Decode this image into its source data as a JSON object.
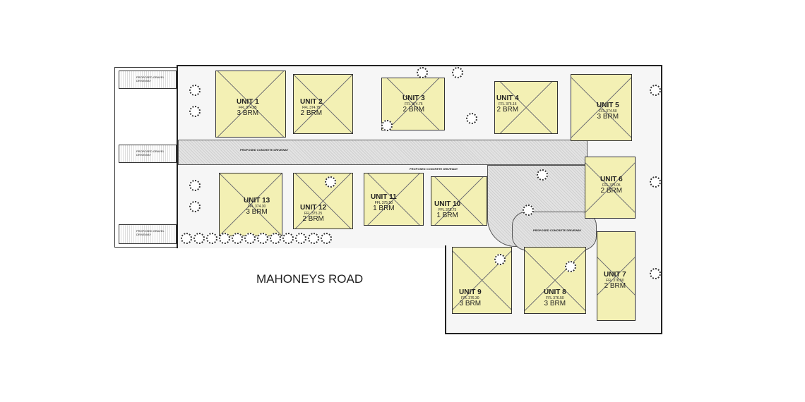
{
  "road_label": "MAHONEYS ROAD",
  "gravel_label": "PROPOSED GRAVEL DRIVEWAY",
  "concrete_label": "PROPOSED CONCRETE DRIVEWAY",
  "units": [
    {
      "name": "UNIT 1",
      "ffl": "FFL 374.05",
      "brm": "3 BRM"
    },
    {
      "name": "UNIT 2",
      "ffl": "FFL 374.75",
      "brm": "2 BRM"
    },
    {
      "name": "UNIT 3",
      "ffl": "FFL 374.75",
      "brm": "2 BRM"
    },
    {
      "name": "UNIT 4",
      "ffl": "FFL 375.15",
      "brm": "2 BRM"
    },
    {
      "name": "UNIT 5",
      "ffl": "FFL 374.50",
      "brm": "3 BRM"
    },
    {
      "name": "UNIT 6",
      "ffl": "FFL 375.05",
      "brm": "2 BRM"
    },
    {
      "name": "UNIT 7",
      "ffl": "FFL 376.50",
      "brm": "2 BRM"
    },
    {
      "name": "UNIT 8",
      "ffl": "FFL 376.50",
      "brm": "3 BRM"
    },
    {
      "name": "UNIT 9",
      "ffl": "FFL 376.30",
      "brm": "3 BRM"
    },
    {
      "name": "UNIT 10",
      "ffl": "FFL 375.75",
      "brm": "1 BRM"
    },
    {
      "name": "UNIT 11",
      "ffl": "FFL 375.50",
      "brm": "1 BRM"
    },
    {
      "name": "UNIT 12",
      "ffl": "FFL 375.25",
      "brm": "2 BRM"
    },
    {
      "name": "UNIT 13",
      "ffl": "FFL 374.30",
      "brm": "3 BRM"
    }
  ]
}
